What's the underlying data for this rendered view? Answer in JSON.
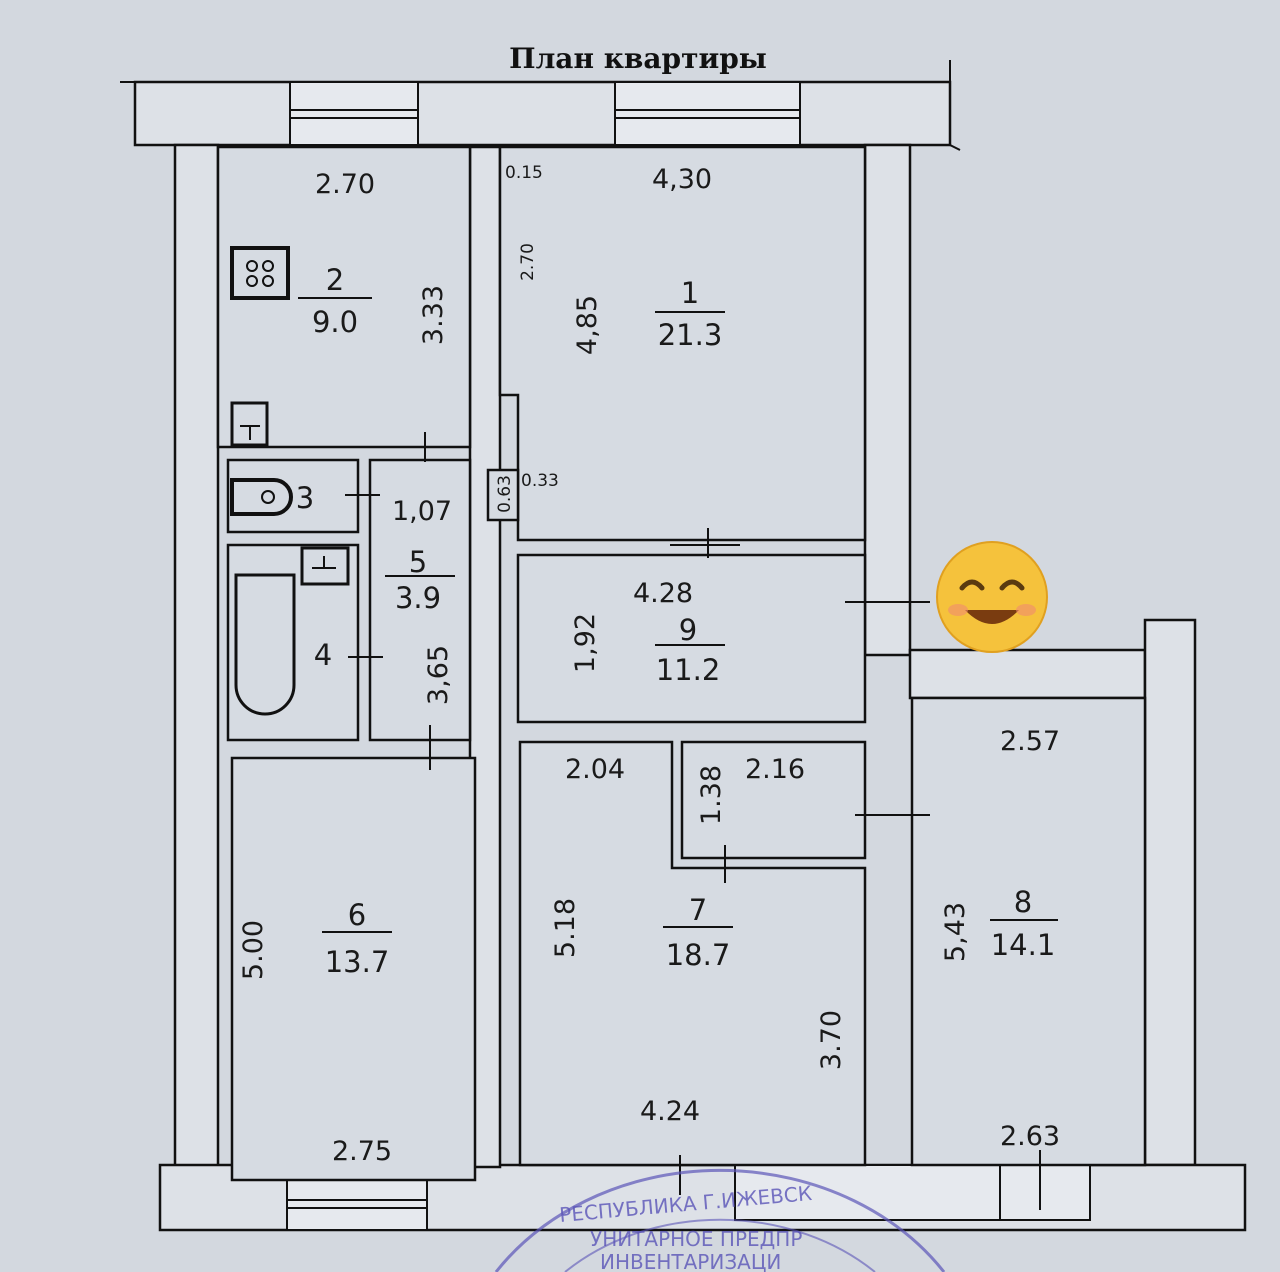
{
  "title": "План квартиры",
  "rooms": [
    {
      "number": "1",
      "area": "21.3"
    },
    {
      "number": "2",
      "area": "9.0"
    },
    {
      "number": "3"
    },
    {
      "number": "4"
    },
    {
      "number": "5",
      "area": "3.9"
    },
    {
      "number": "6",
      "area": "13.7"
    },
    {
      "number": "7",
      "area": "18.7"
    },
    {
      "number": "8",
      "area": "14.1"
    },
    {
      "number": "9",
      "area": "11.2"
    }
  ],
  "dimensions": [
    "2.70",
    "3.33",
    "4,30",
    "0.15",
    "2.70",
    "4,85",
    "0.63",
    "0.33",
    "1,07",
    "3,65",
    "4.28",
    "1,92",
    "2.04",
    "1.38",
    "2.16",
    "2.57",
    "5.00",
    "5.18",
    "5,43",
    "3.70",
    "2.75",
    "4.24",
    "2.63"
  ],
  "stamp": {
    "line1": "РЕСПУБЛИКА Г.ИЖЕВСК",
    "line2": "УНИТАРНОЕ ПРЕДПР",
    "line3": "ИНВЕНТАРИЗАЦИ"
  },
  "colors": {
    "paper": "#d3d8df",
    "ink": "#111111",
    "stamp": "#5b55b8",
    "emoji": "#f5c23c"
  }
}
